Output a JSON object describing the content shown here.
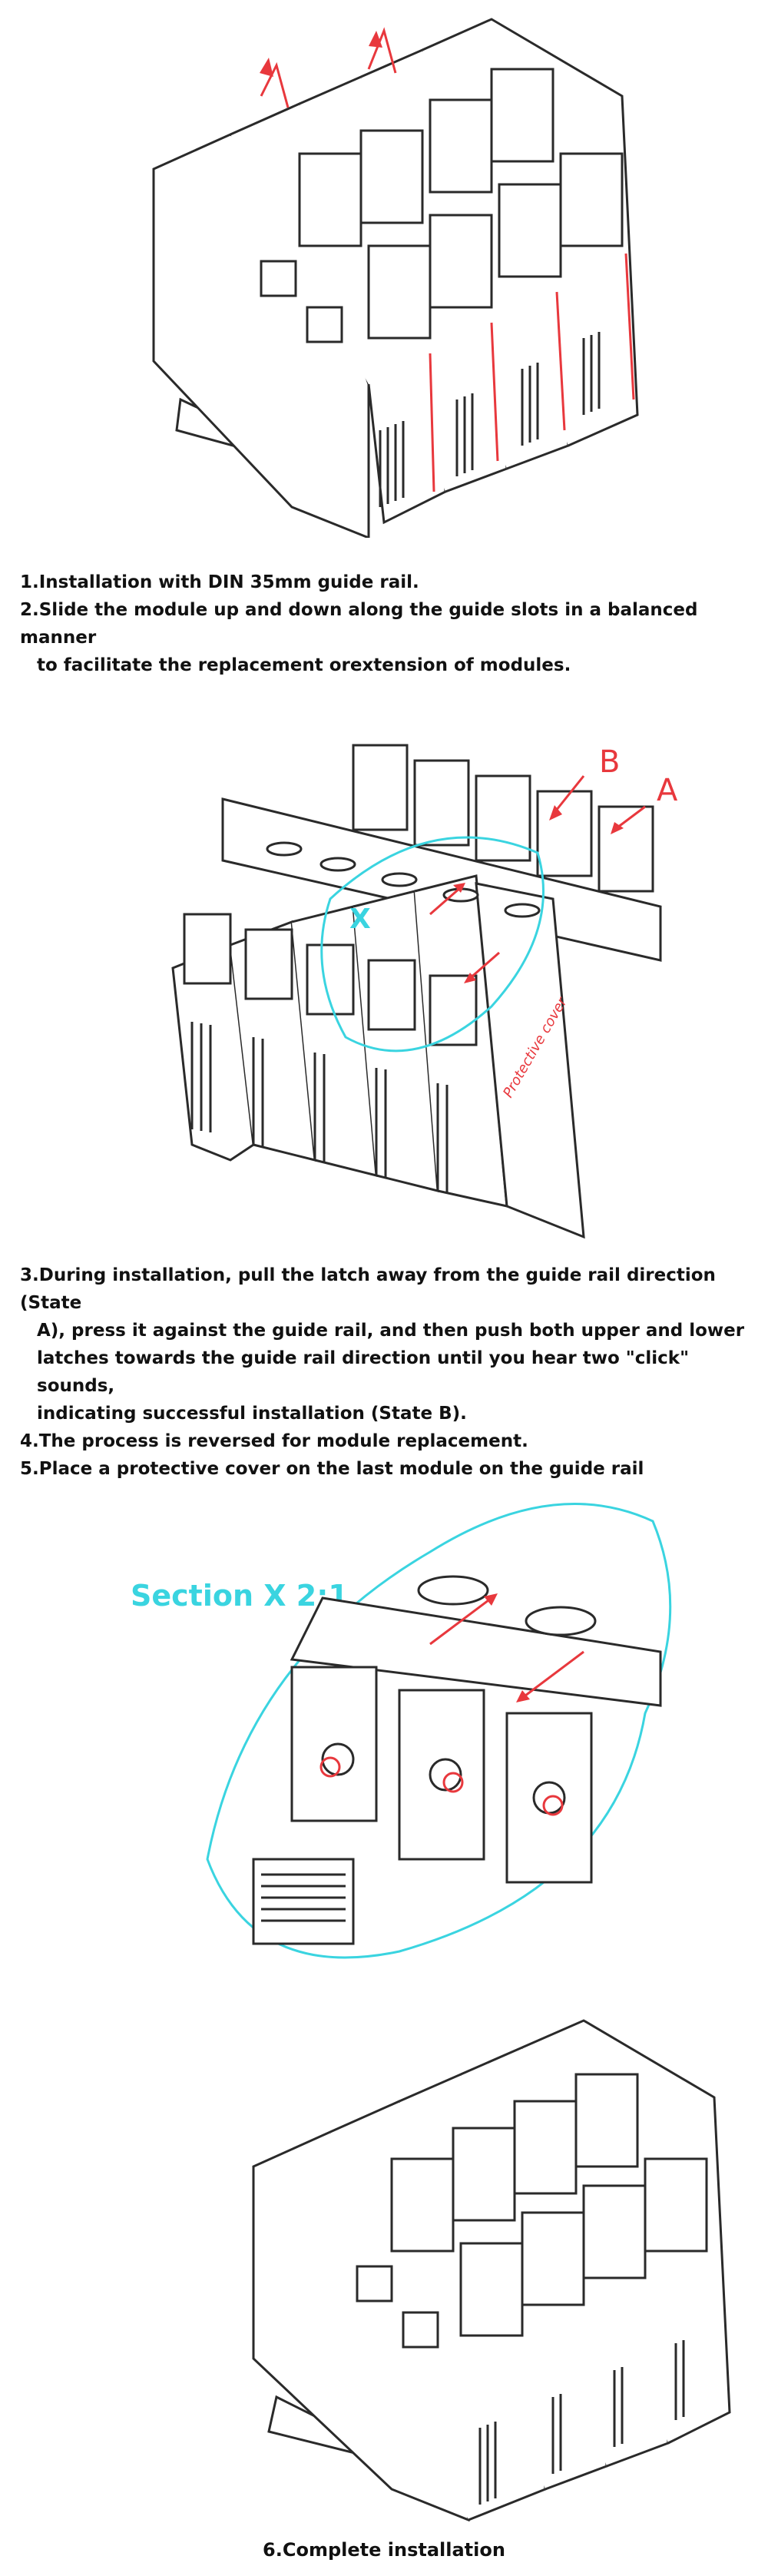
{
  "colors": {
    "accent_red": "#e8383d",
    "accent_cyan": "#3ad4e0",
    "line": "#2a2a2a"
  },
  "step1": {
    "lines": [
      "1.Installation with DIN 35mm guide rail."
    ]
  },
  "step2": {
    "line1": "2.Slide the module up and down along the guide slots in a balanced manner",
    "line2": "to facilitate the replacement orextension of modules."
  },
  "step3": {
    "lines": [
      "3.During installation, pull the latch away from the guide rail direction (State",
      "A), press it against the guide rail, and then push both upper and lower",
      "latches towards the guide rail direction until you hear two \"click\" sounds,",
      "indicating successful installation (State B)."
    ]
  },
  "step4": {
    "text": "4.The process is reversed for module replacement."
  },
  "step5": {
    "text": "5.Place a protective cover on the last module on the guide rail"
  },
  "step6": {
    "text": "6.Complete installation"
  },
  "figure2": {
    "label_a": "A",
    "label_b": "B",
    "label_x": "X",
    "cover_text": "Protective cover"
  },
  "section": {
    "title": "Section X 2:1"
  }
}
